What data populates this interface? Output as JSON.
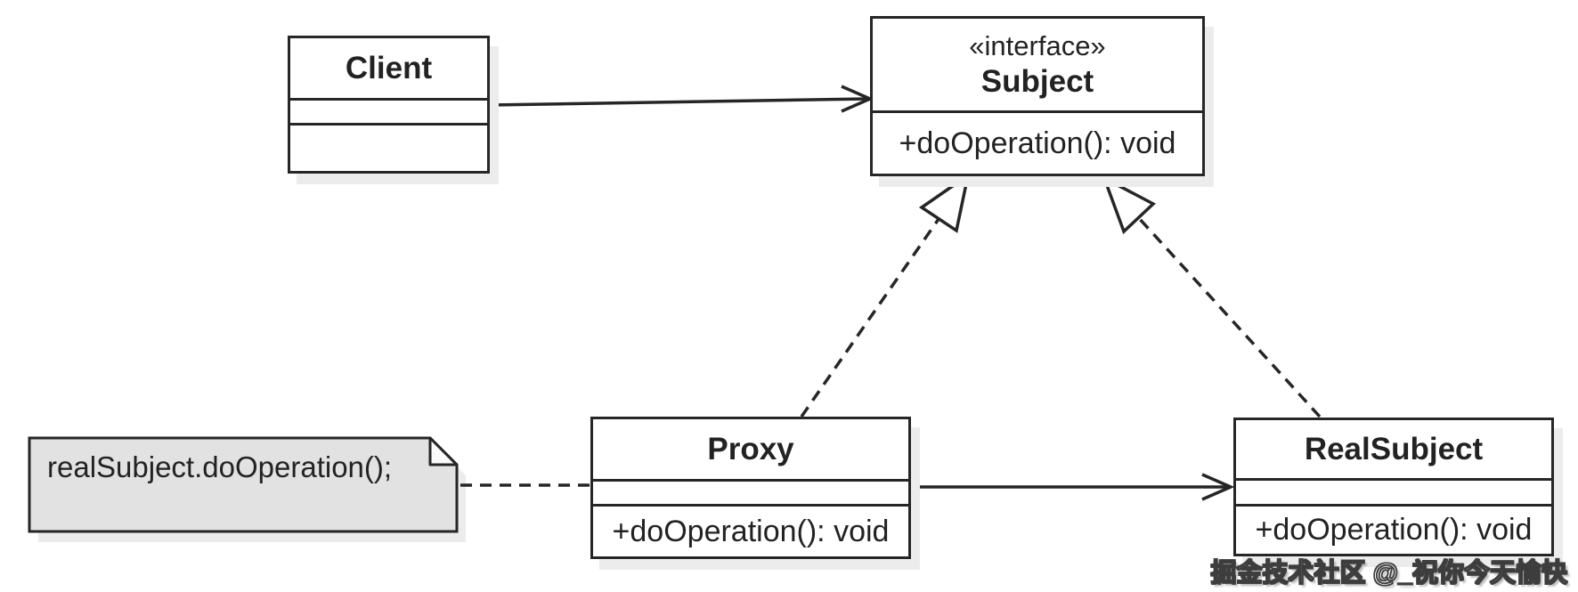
{
  "classes": {
    "client": {
      "name": "Client"
    },
    "subject": {
      "stereotype": "«interface»",
      "name": "Subject",
      "operation": "+doOperation(): void"
    },
    "proxy": {
      "name": "Proxy",
      "operation": "+doOperation(): void"
    },
    "real_subject": {
      "name": "RealSubject",
      "operation": "+doOperation(): void"
    }
  },
  "note": {
    "text": "realSubject.doOperation();"
  },
  "watermark": {
    "text": "掘金技术社区 @_祝你今天愉快"
  },
  "relationships": [
    {
      "from": "Client",
      "to": "Subject",
      "type": "association",
      "line": "solid",
      "arrowhead": "open"
    },
    {
      "from": "Proxy",
      "to": "Subject",
      "type": "realization",
      "line": "dashed",
      "arrowhead": "hollow-triangle"
    },
    {
      "from": "RealSubject",
      "to": "Subject",
      "type": "realization",
      "line": "dashed",
      "arrowhead": "hollow-triangle"
    },
    {
      "from": "Proxy",
      "to": "RealSubject",
      "type": "association",
      "line": "solid",
      "arrowhead": "open"
    },
    {
      "from": "note",
      "to": "Proxy",
      "type": "note-link",
      "line": "dashed",
      "arrowhead": "none"
    }
  ],
  "colors": {
    "stroke": "#262626",
    "text": "#222222",
    "box_fill": "#ffffff",
    "note_fill": "#e2e2e2",
    "shadow": "#ececec",
    "background": "#ffffff"
  }
}
